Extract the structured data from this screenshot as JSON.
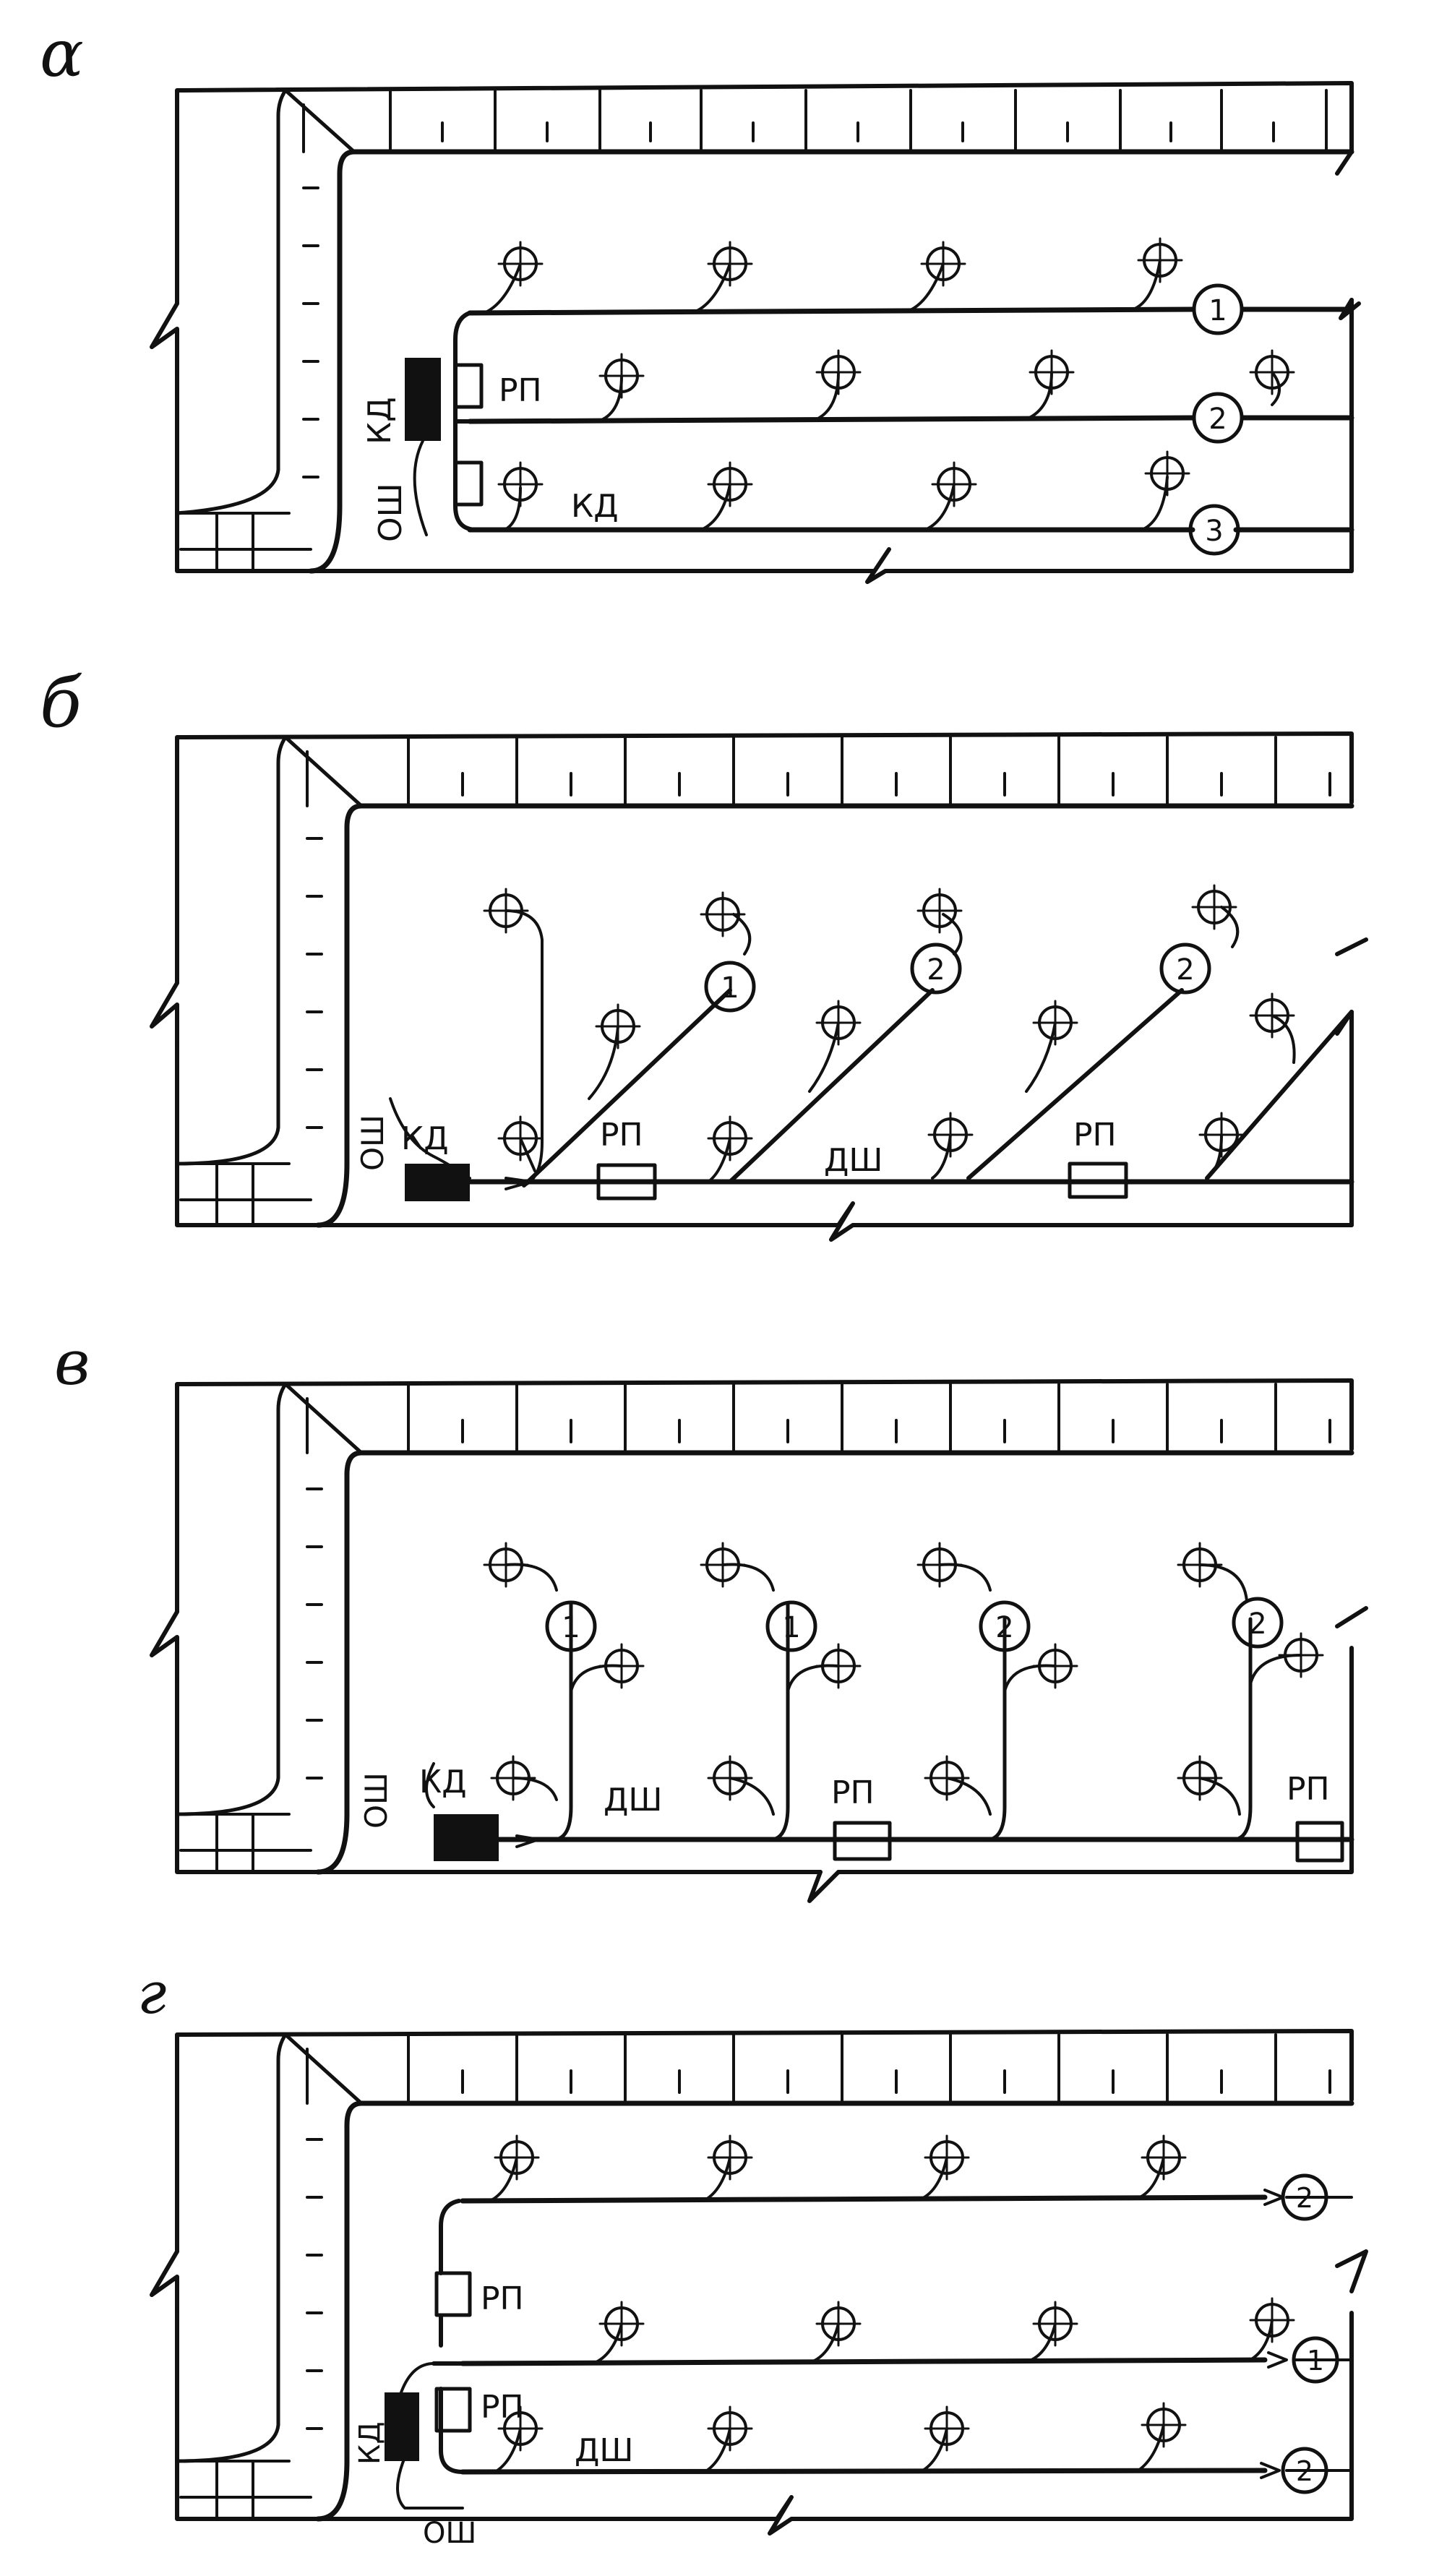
{
  "panels": [
    {
      "id": "a",
      "letter": "α",
      "labels": {
        "main_box": "КД",
        "shield": "ОШ",
        "panel_rp": "РП",
        "cable": "КД"
      },
      "line_numbers": [
        "1",
        "2",
        "3"
      ]
    },
    {
      "id": "b",
      "letter": "б",
      "labels": {
        "shield": "ОШ",
        "main_box": "КД",
        "rp1": "РП",
        "busbar": "ДШ",
        "rp2": "РП"
      },
      "line_numbers": [
        "1",
        "2",
        "2"
      ]
    },
    {
      "id": "v",
      "letter": "в",
      "labels": {
        "shield": "ОШ",
        "main_box": "КД",
        "busbar": "ДШ",
        "rp1": "РП",
        "rp2": "РП"
      },
      "line_numbers": [
        "1",
        "1",
        "2",
        "2"
      ]
    },
    {
      "id": "g",
      "letter": "г",
      "labels": {
        "main_box": "КД",
        "shield": "ОШ",
        "rp1": "РП",
        "rp2": "РП",
        "busbar": "ДШ"
      },
      "line_numbers": [
        "2",
        "1",
        "2"
      ]
    }
  ]
}
